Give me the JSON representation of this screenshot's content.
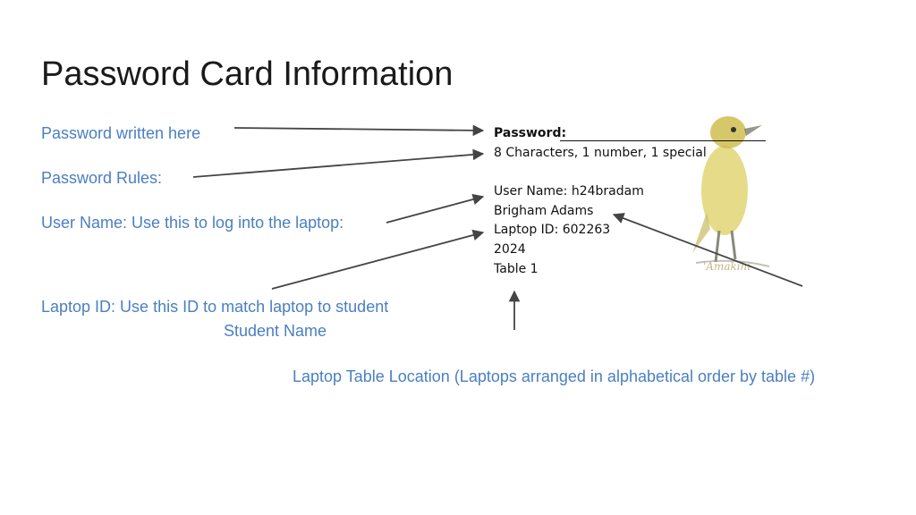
{
  "slide": {
    "title": "Password Card Information"
  },
  "notes": {
    "password": "Password written here",
    "rules": "Password Rules:",
    "username": "User Name: Use this to log into the laptop:",
    "laptop_id": "Laptop ID:  Use this ID to match laptop to student",
    "student_name": "Student Name",
    "table_location": "Laptop Table Location (Laptops arranged in alphabetical order by table #)"
  },
  "card": {
    "password_label": "Password:",
    "rules_text": "8 Characters, 1 number, 1 special",
    "username_line": "User Name: h24bradam",
    "student_name": "Brigham Adams",
    "laptop_id_line": "Laptop ID: 602263",
    "year": "2024",
    "table": "Table 1",
    "logo_text": "'Amakihi"
  },
  "colors": {
    "note_blue": "#4a7fc1",
    "arrow": "#444444",
    "bird_yellow": "#d8c74a"
  }
}
